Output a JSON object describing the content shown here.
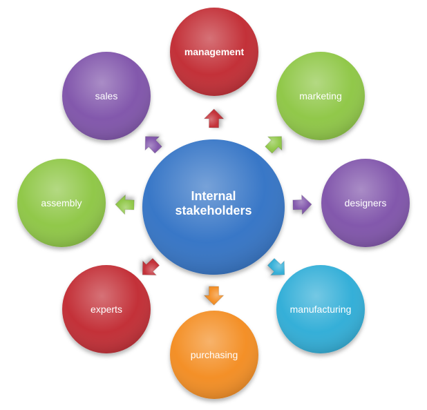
{
  "center": {
    "line1": "Internal",
    "line2": "stakeholders",
    "color": "#2E6FC4"
  },
  "nodes": [
    {
      "id": "management",
      "label": "management",
      "color": "#C0272D"
    },
    {
      "id": "marketing",
      "label": "marketing",
      "color": "#8BC53F"
    },
    {
      "id": "designers",
      "label": "designers",
      "color": "#7B4FA8"
    },
    {
      "id": "manufacturing",
      "label": "manufacturing",
      "color": "#29ABD6"
    },
    {
      "id": "purchasing",
      "label": "purchasing",
      "color": "#F38A1D"
    },
    {
      "id": "experts",
      "label": "experts",
      "color": "#C0272D"
    },
    {
      "id": "assembly",
      "label": "assembly",
      "color": "#8BC53F"
    },
    {
      "id": "sales",
      "label": "sales",
      "color": "#7B4FA8"
    }
  ]
}
